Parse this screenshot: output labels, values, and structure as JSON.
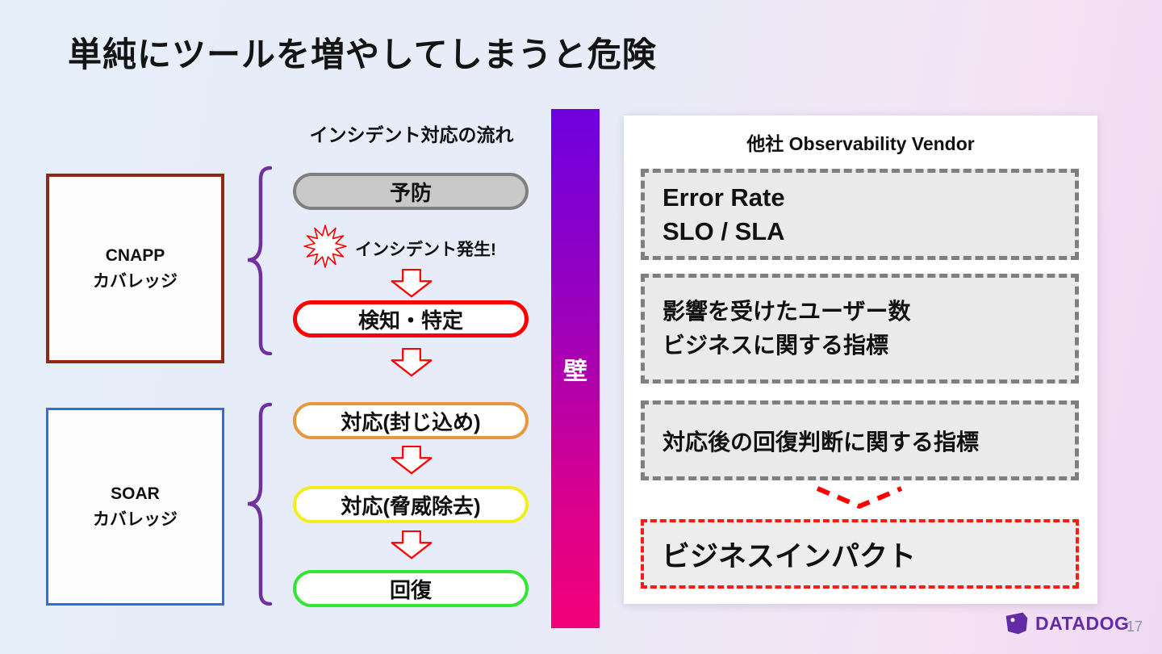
{
  "slide": {
    "title": "単純にツールを増やしてしまうと危険",
    "page_number": "17",
    "brand": "DATADOG"
  },
  "left_boxes": {
    "cnapp": {
      "line1": "CNAPP",
      "line2": "カバレッジ"
    },
    "soar": {
      "line1": "SOAR",
      "line2": "カバレッジ"
    }
  },
  "flow": {
    "header": "インシデント対応の流れ",
    "incident_label": "インシデント発生!",
    "steps": [
      {
        "label": "予防"
      },
      {
        "label": "検知・特定"
      },
      {
        "label": "対応(封じ込め)"
      },
      {
        "label": "対応(脅威除去)"
      },
      {
        "label": "回復"
      }
    ]
  },
  "wall": {
    "label": "壁"
  },
  "vendor_panel": {
    "title": "他社 Observability Vendor",
    "boxes": [
      {
        "lines": [
          "Error Rate",
          "SLO / SLA"
        ]
      },
      {
        "lines": [
          "影響を受けたユーザー数",
          "ビジネスに関する指標"
        ]
      },
      {
        "lines": [
          "対応後の回復判断に関する指標"
        ]
      }
    ],
    "impact_label": "ビジネスインパクト"
  },
  "colors": {
    "background_blue": "#e5eef9",
    "background_pink": "#f5e2f5",
    "cnapp_border": "#8f2a12",
    "soar_border": "#2d6fe3",
    "brace_purple": "#7030a0",
    "step_prevention_border": "#7f7f7f",
    "step_prevention_bg": "#c9c9c9",
    "step_detection_border": "#ff0000",
    "step_containment_border": "#e8973c",
    "step_removal_border": "#f2ee1e",
    "step_recovery_border": "#33e633",
    "arrow_red": "#ff0000",
    "wall_gradient_top": "#6e00df",
    "wall_gradient_bottom": "#f20077",
    "vendor_box_border": "#7f7f7f",
    "vendor_box_bg": "#eaeaea",
    "impact_border": "#ff1a1a",
    "datadog_purple": "#632ca6"
  }
}
